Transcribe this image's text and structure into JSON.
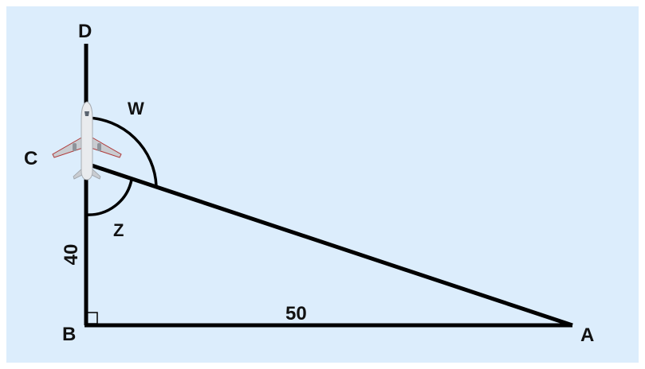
{
  "diagram": {
    "points": {
      "a": "A",
      "b": "B",
      "c": "C",
      "d": "D"
    },
    "angles": {
      "w": "W",
      "z": "Z"
    },
    "sides": {
      "bc": "40",
      "ba": "50"
    },
    "icons": {
      "aircraft": "airplane-icon",
      "right_angle": "right-angle-marker"
    },
    "colors": {
      "background": "#dcedfc",
      "lines": "#000000"
    }
  }
}
